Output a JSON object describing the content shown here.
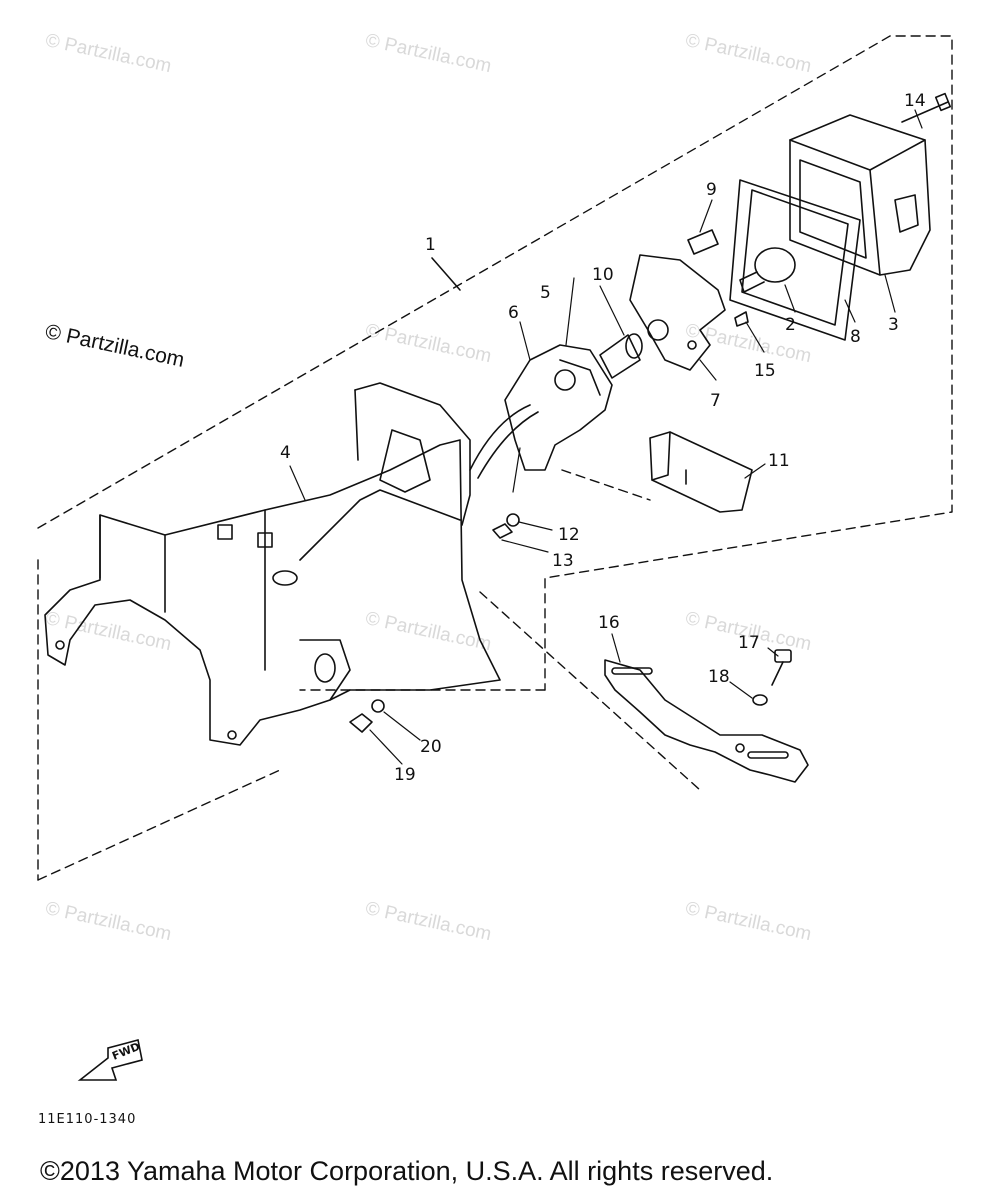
{
  "watermarks": {
    "text": "© Partzilla.com",
    "prominent_text": "© Partzilla.com"
  },
  "callouts": [
    "1",
    "2",
    "3",
    "4",
    "5",
    "6",
    "7",
    "8",
    "9",
    "10",
    "11",
    "12",
    "13",
    "14",
    "15",
    "16",
    "17",
    "18",
    "19",
    "20"
  ],
  "fwd_label": "FWD",
  "diagram_code": "11E110-1340",
  "copyright": "©2013 Yamaha Motor Corporation, U.S.A. All rights reserved.",
  "colors": {
    "line": "#111111",
    "watermark": "#d9d9d9"
  }
}
